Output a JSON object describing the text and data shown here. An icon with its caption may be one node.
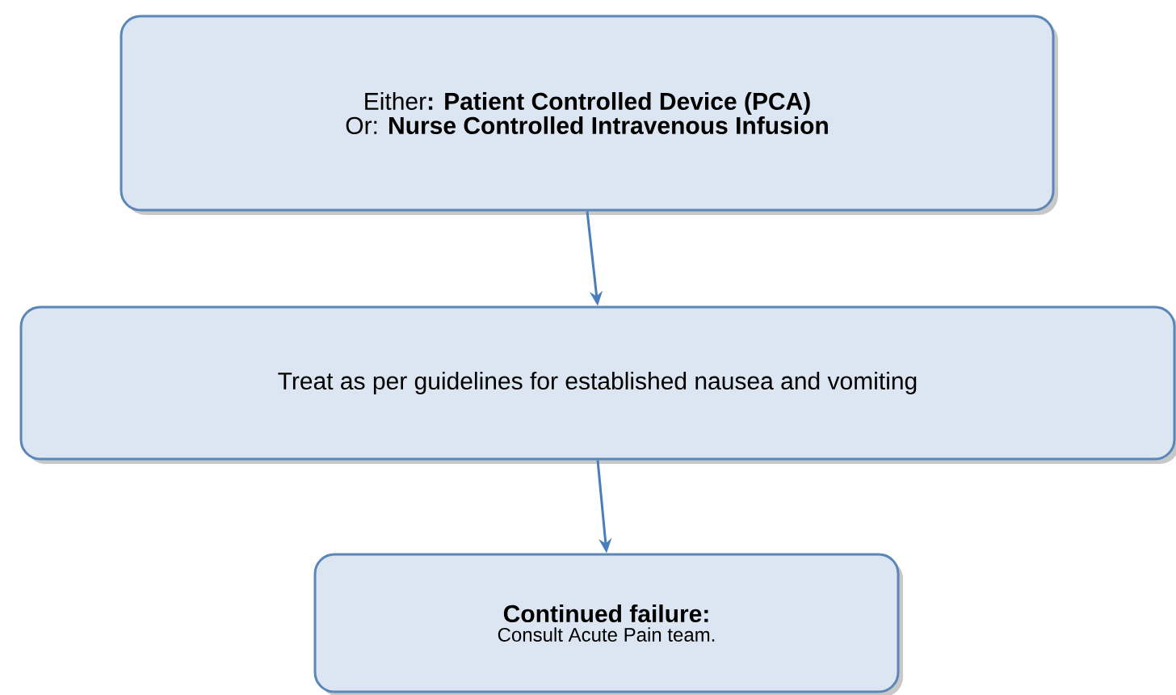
{
  "diagram": {
    "nodes": [
      {
        "text": [
          "Either**: Patient Controlled Device (PCA)**",
          "Or: **Nurse Controlled Intravenous Infusion**"
        ]
      },
      {
        "text": [
          "Treat as per guidelines for established nausea and vomiting"
        ]
      },
      {
        "text": [
          "Continued failure:",
          "Consult Acute Pain team."
        ]
      }
    ],
    "edges": [
      {
        "from": 0,
        "to": 1,
        "arrow": "to"
      },
      {
        "from": 1,
        "to": 2,
        "arrow": "to"
      }
    ]
  }
}
